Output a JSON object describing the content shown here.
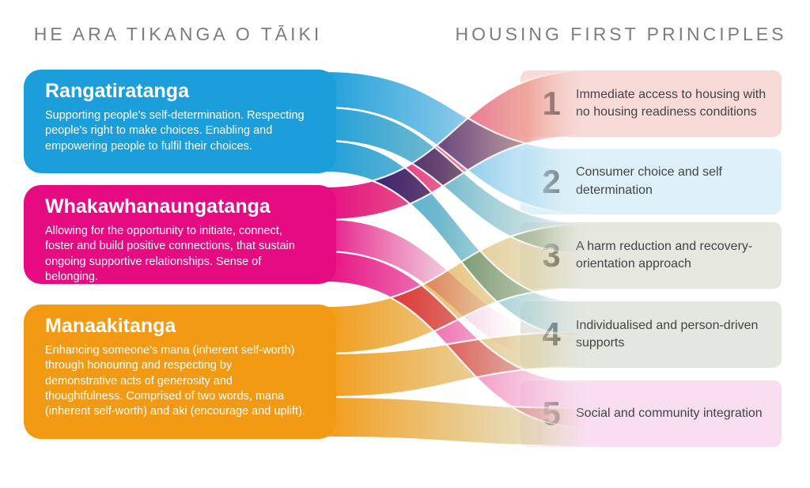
{
  "left_column": {
    "title": "HE ARA TIKANGA O TĀIKI",
    "blocks": [
      {
        "name": "Rangatiratanga",
        "description": "Supporting people's self-determination. Respecting people's right to make choices. Enabling and empowering people to fulfil their choices.",
        "color": "#1b9ed9"
      },
      {
        "name": "Whakawhanaungatanga",
        "description": "Allowing for the opportunity to initiate, connect, foster and build positive connections, that sustain ongoing supportive relationships. Sense of belonging.",
        "color": "#e60b80"
      },
      {
        "name": "Manaakitanga",
        "description": "Enhancing someone's mana (inherent self-worth) through honouring and respecting by demonstrative acts of generosity and thoughtfulness. Comprised of two words, mana (inherent self-worth) and aki (encourage and uplift).",
        "color": "#f39a14"
      }
    ]
  },
  "right_column": {
    "title": "HOUSING FIRST PRINCIPLES",
    "number_color": "#48494b",
    "principles": [
      {
        "number": "1",
        "text": "Immediate access to housing with no housing readiness conditions",
        "bg": "#f8dbd8"
      },
      {
        "number": "2",
        "text": "Consumer choice and self determination",
        "bg": "#def0f9"
      },
      {
        "number": "3",
        "text": "A harm reduction and recovery-orientation approach",
        "bg": "#e6e8e0"
      },
      {
        "number": "4",
        "text": "Individualised and person-driven supports",
        "bg": "#e3e7e0"
      },
      {
        "number": "5",
        "text": "Social and community integration",
        "bg": "#f8def0"
      }
    ]
  },
  "flows": [
    {
      "from": "Rangatiratanga",
      "to_principles": [
        "2",
        "3",
        "4"
      ]
    },
    {
      "from": "Whakawhanaungatanga",
      "to_principles": [
        "1",
        "4",
        "5"
      ]
    },
    {
      "from": "Manaakitanga",
      "to_principles": [
        "3",
        "4",
        "5"
      ]
    }
  ]
}
